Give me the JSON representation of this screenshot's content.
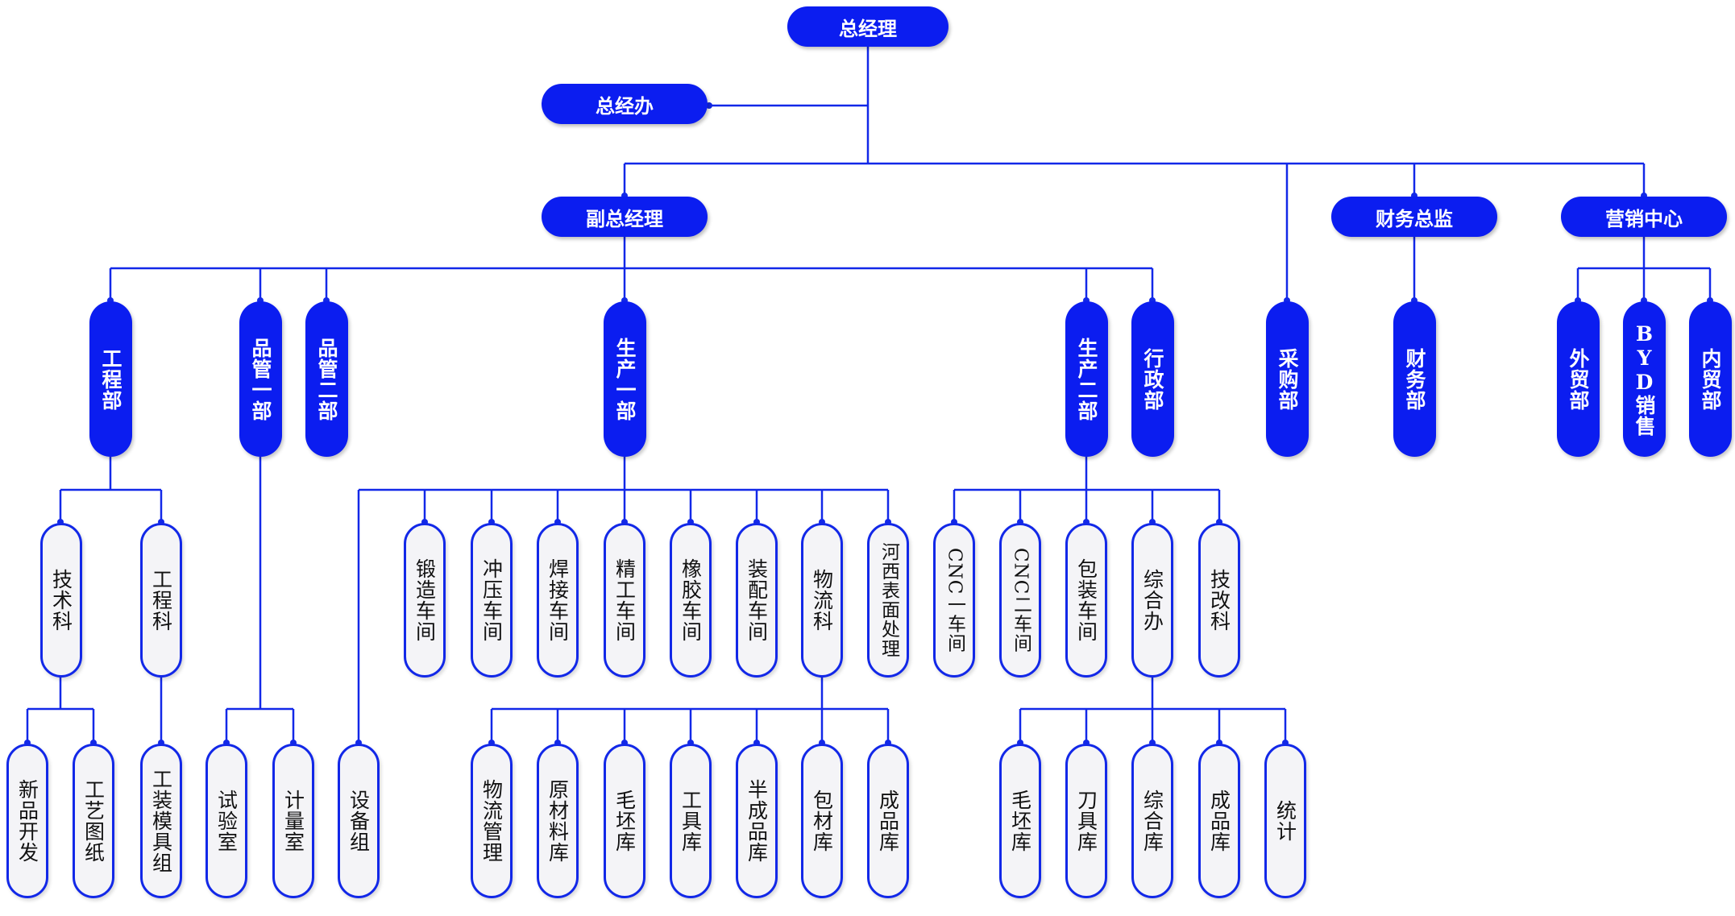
{
  "colors": {
    "box": "#0b1df0",
    "line": "#1228e8",
    "leaf_fill": "#f4f4f7"
  },
  "nodes": {
    "gm": "总经理",
    "gmo": "总经办",
    "dgm": "副总经理",
    "fin_director": "财务总监",
    "marketing": "营销中心",
    "engineering": "工程部",
    "qc1": "品管一部",
    "qc2": "品管二部",
    "prod1": "生产一部",
    "prod2": "生产二部",
    "admin": "行政部",
    "purchasing": "采购部",
    "finance": "财务部",
    "foreign_trade": "外贸部",
    "byd_sales": "BYD销售",
    "domestic_trade": "内贸部",
    "tech_sec": "技术科",
    "eng_sec": "工程科",
    "forging": "锻造车间",
    "stamping": "冲压车间",
    "welding": "焊接车间",
    "finishing": "精工车间",
    "rubber": "橡胶车间",
    "assembly": "装配车间",
    "logistics": "物流科",
    "hexi_surface": "河西表面处理",
    "cnc1": "CNC一车间",
    "cnc2": "CNC二车间",
    "packaging": "包装车间",
    "general_office": "综合办",
    "tech_reform": "技改科",
    "new_product": "新品开发",
    "process_drawing": "工艺图纸",
    "tooling": "工装模具组",
    "lab": "试验室",
    "metrology": "计量室",
    "equipment": "设备组",
    "logistics_mgmt": "物流管理",
    "raw_material": "原材料库",
    "blank1": "毛坯库",
    "tool1": "工具库",
    "semi_finished": "半成品库",
    "packing_material": "包材库",
    "finished1": "成品库",
    "blank2": "毛坯库",
    "cutter": "刀具库",
    "general_store": "综合库",
    "finished2": "成品库",
    "stats": "统计"
  }
}
